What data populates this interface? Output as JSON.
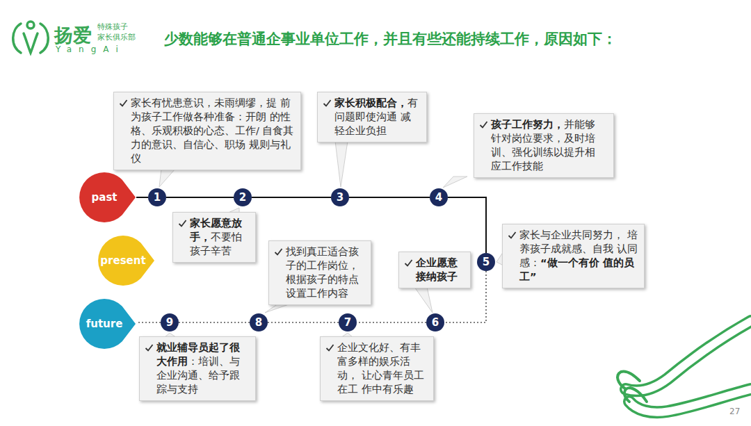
{
  "diagram": {
    "title": "少数能够在普通企事业单位工作，并且有些还能持续工作，原因如下：",
    "nodes": [
      {
        "text": [
          "家长有忧患意识，未雨绸缪，提 前为孩子工作做各种准备：开朗 的性格、乐观积极的心态、工作/ 自食其力的意识、自信心、职场 规则与礼仪"
        ]
      },
      {
        "text": [
          "家长积极配合，",
          "有问题即使沟通 减轻企业负担"
        ]
      },
      {
        "text": [
          "孩子工作努力，",
          "并能够 针对岗位要求，及时培 训、强化训练以提升相 应工作技能"
        ]
      },
      {
        "text": [
          "past"
        ]
      },
      {
        "text": [
          "1"
        ]
      },
      {
        "text": [
          "2"
        ]
      },
      {
        "text": [
          "3"
        ]
      },
      {
        "text": [
          "4"
        ]
      },
      {
        "text": [
          "家长愿意放 手，",
          "不要怕 孩子辛苦"
        ]
      },
      {
        "text": [
          "家长与企业共同努力， 培养孩子成就感、自我 认同感：",
          "“做一个有价 值的员工”"
        ]
      },
      {
        "text": [
          "present"
        ]
      },
      {
        "text": [
          "5"
        ]
      },
      {
        "text": [
          "找到真正适合孩 子的工作岗位， 根据孩子的特点 设置工作内容"
        ]
      },
      {
        "text": [
          "企业愿意 接纳孩子"
        ]
      },
      {
        "text": [
          "future"
        ]
      },
      {
        "text": [
          "9"
        ]
      },
      {
        "text": [
          "8"
        ]
      },
      {
        "text": [
          "7"
        ]
      },
      {
        "text": [
          "6"
        ]
      },
      {
        "text": [
          "就业辅导员起了很 大作用",
          "：培训、与 企业沟通、给予跟 踪与支持"
        ]
      },
      {
        "text": [
          "企业文化好、有丰 富多样的娱乐活动， 让心青年员工在工 作中有乐趣"
        ]
      }
    ],
    "edges": [
      {
        "from": 3,
        "to": 4,
        "arrow": "none"
      },
      {
        "from": 4,
        "to": 5,
        "arrow": "none"
      },
      {
        "from": 5,
        "to": 6,
        "arrow": "none"
      },
      {
        "from": 6,
        "to": 7,
        "arrow": "none"
      },
      {
        "from": 7,
        "to": 11,
        "arrow": "none"
      },
      {
        "from": 11,
        "to": 18,
        "arrow": "none"
      },
      {
        "from": 18,
        "to": 17,
        "arrow": "none"
      },
      {
        "from": 17,
        "to": 16,
        "arrow": "none"
      },
      {
        "from": 16,
        "to": 15,
        "arrow": "none"
      },
      {
        "from": 15,
        "to": 14,
        "arrow": "none"
      }
    ],
    "labels": [
      "扬爱",
      "特殊孩子",
      "家长俱乐部",
      "YangAi",
      "27"
    ]
  }
}
